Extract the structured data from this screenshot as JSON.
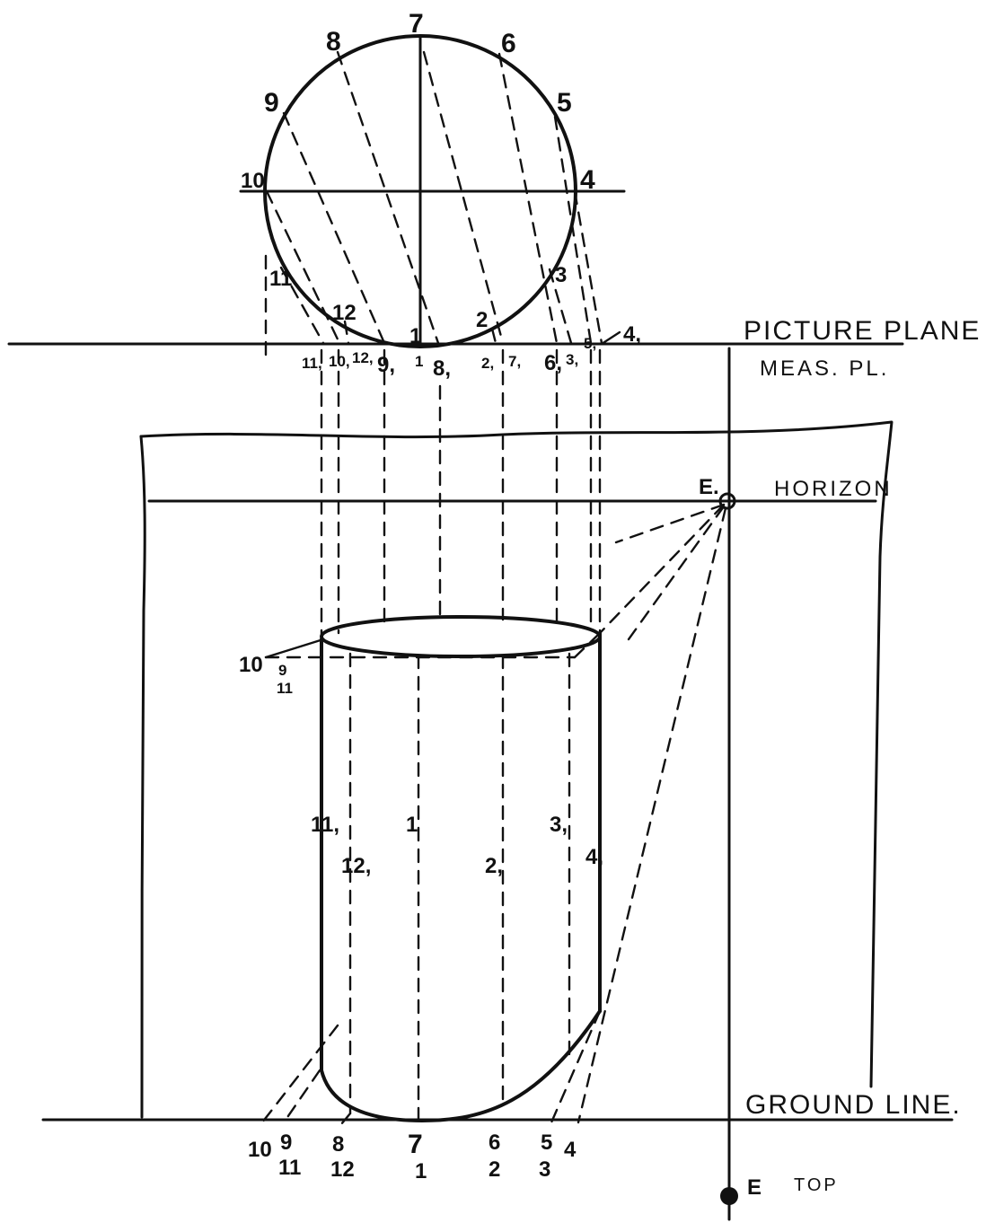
{
  "captions": {
    "picture_plane": "PICTURE PLANE",
    "meas_pl": "MEAS. PL.",
    "horizon": "HORIZON",
    "ground_line": "GROUND LINE.",
    "eye": "E.",
    "eye_top": "E",
    "top": "TOP"
  },
  "plan_labels": {
    "p1": "1",
    "p2": "2",
    "p3": "3",
    "p4": "4",
    "p5": "5",
    "p6": "6",
    "p7": "7",
    "p8": "8",
    "p9": "9",
    "p10": "10",
    "p11": "11",
    "p12": "12"
  },
  "picture_plane_labels": {
    "a": "11,",
    "b": "10,",
    "c": "12,",
    "d": "9,",
    "e": "1",
    "f": "8,",
    "g": "2,",
    "h": "7,",
    "i": "6,",
    "j": "3,",
    "k": "5,",
    "l": "4,"
  },
  "cylinder_labels": {
    "top_left_1": "10",
    "top_left_2": "9",
    "top_left_3": "11",
    "s11": "11,",
    "s1": "1",
    "s3": "3,",
    "s12": "12,",
    "s2": "2,",
    "s4": "4,"
  },
  "ground_labels": {
    "g10": "10",
    "g9": "9",
    "g11": "11",
    "g8": "8",
    "g12": "12",
    "g7": "7",
    "g1": "1",
    "g6": "6",
    "g2": "2",
    "g5": "5",
    "g3": "3",
    "g4": "4"
  }
}
